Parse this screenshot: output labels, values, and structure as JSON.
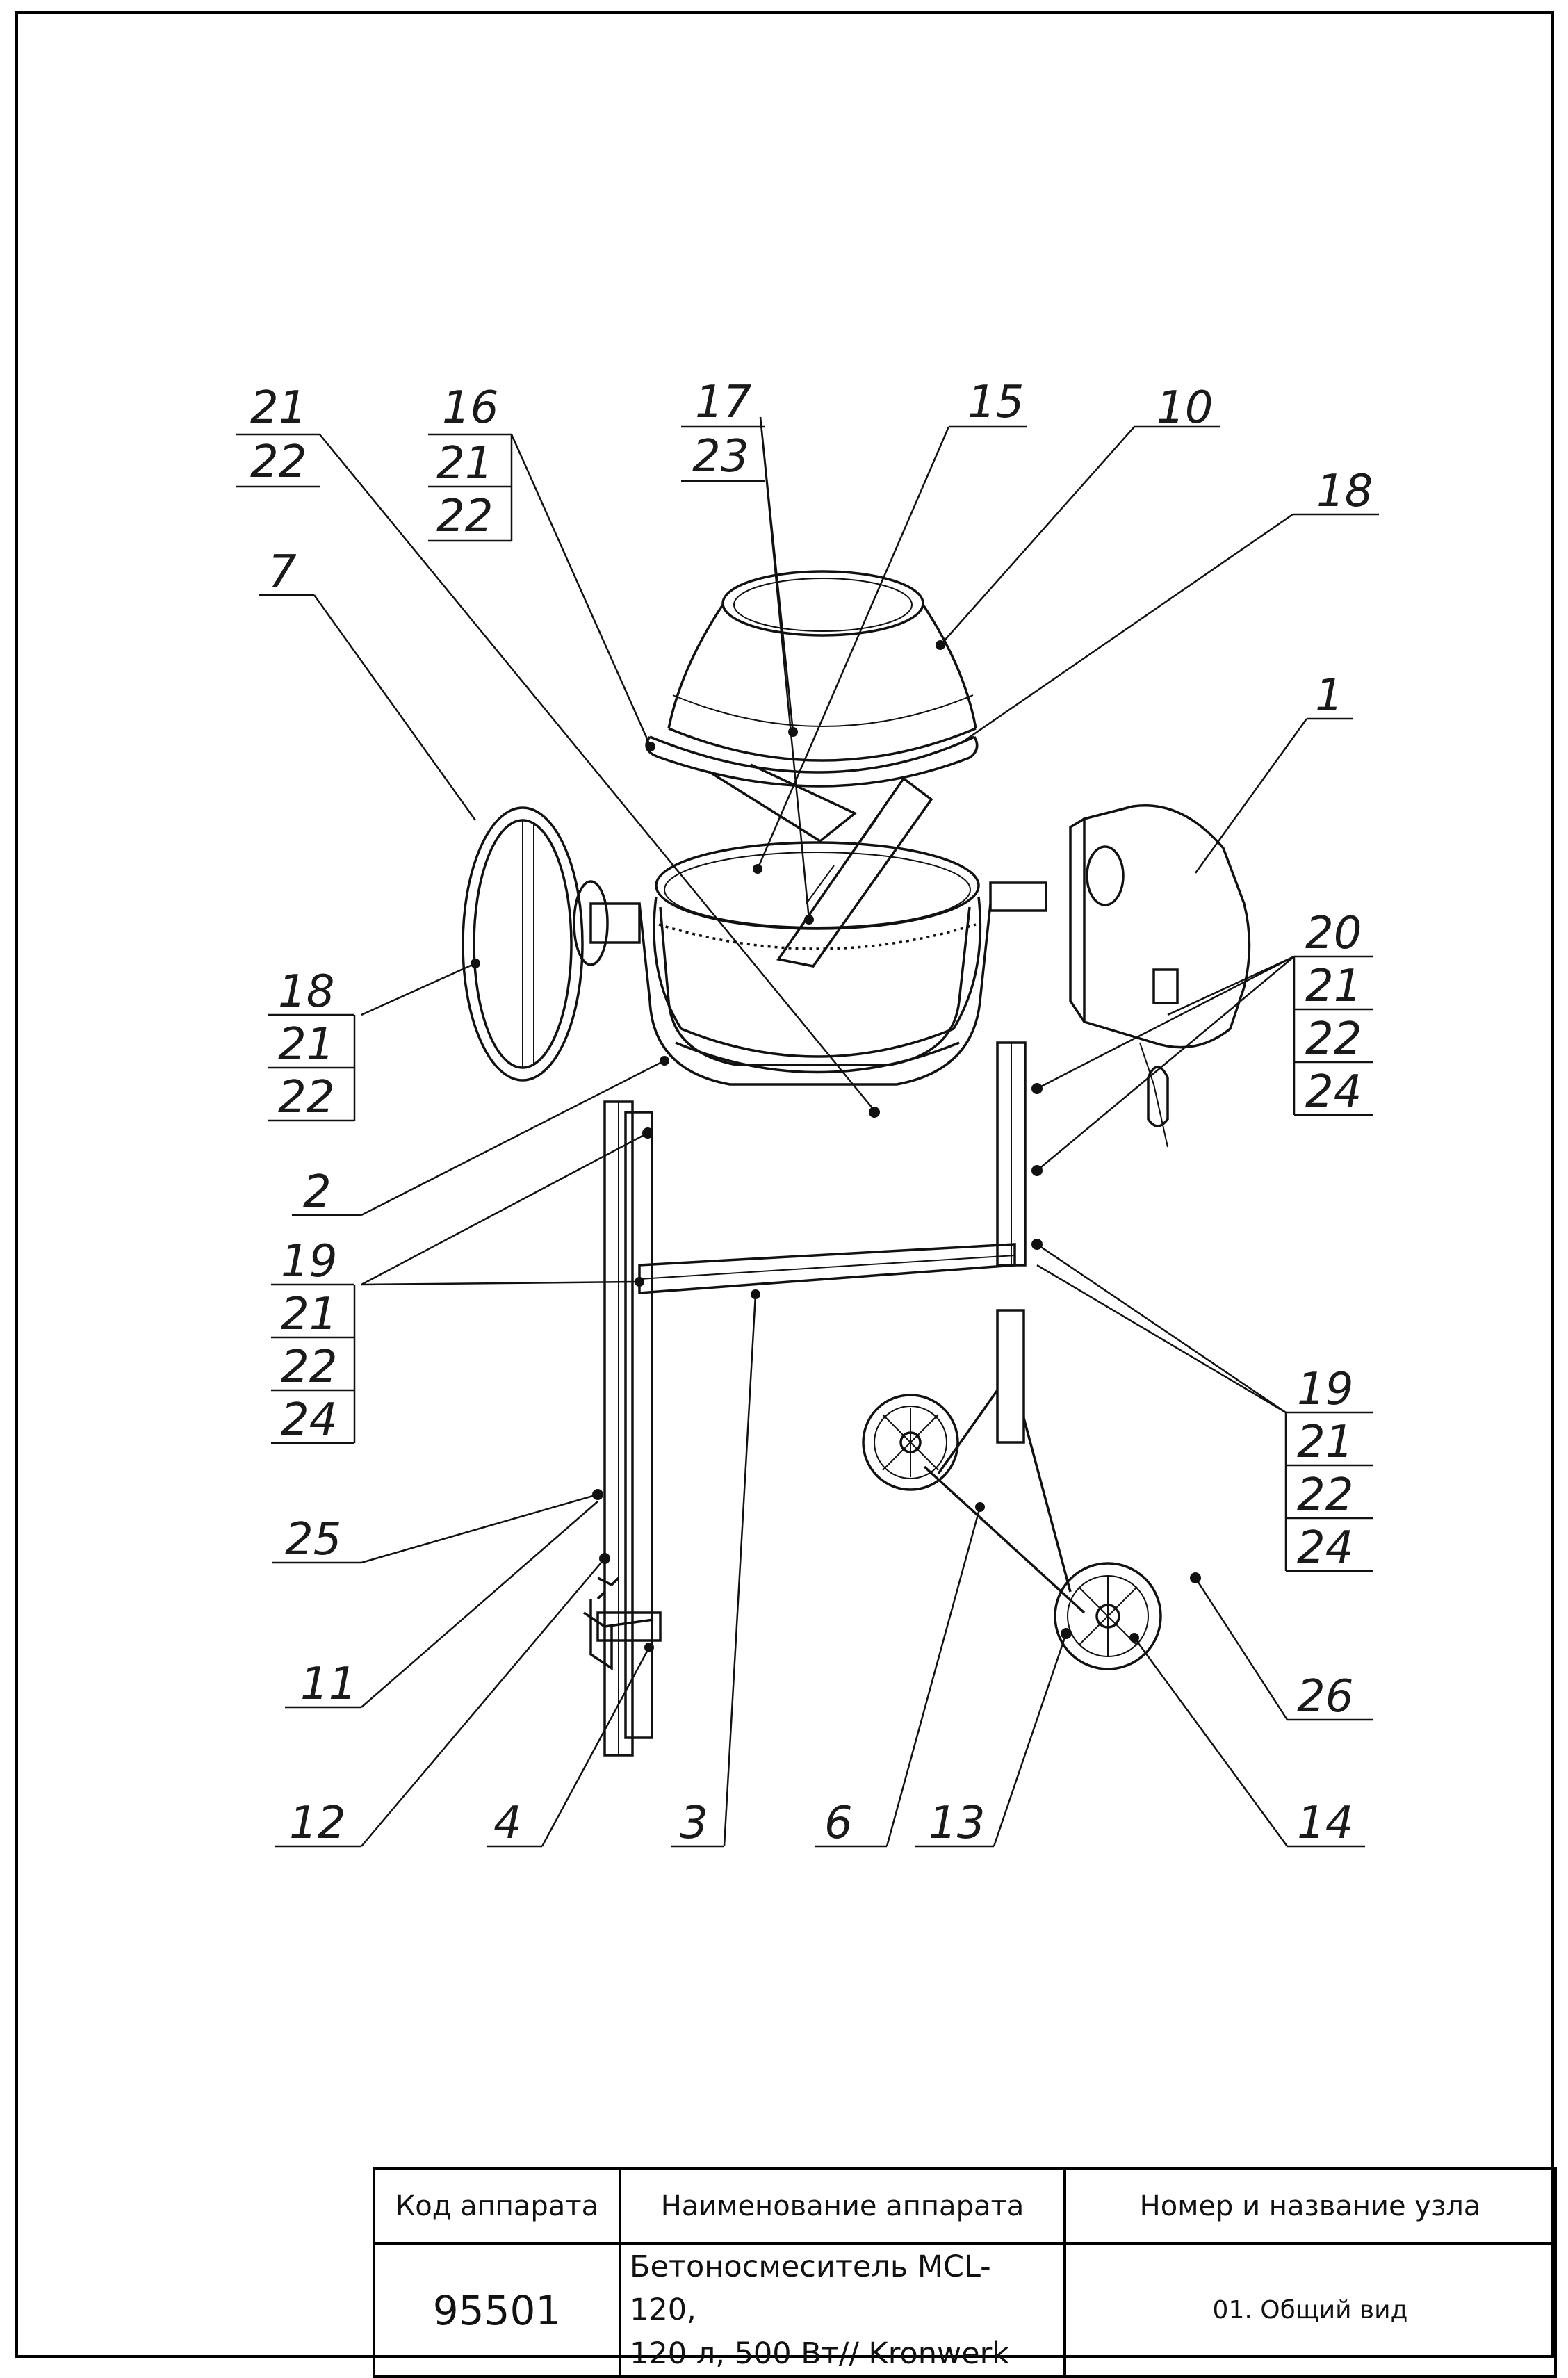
{
  "callouts": {
    "c1": "1",
    "c2": "2",
    "c3": "3",
    "c4": "4",
    "c6": "6",
    "c7": "7",
    "c10": "10",
    "c11": "11",
    "c12": "12",
    "c13": "13",
    "c14": "14",
    "c15": "15",
    "c25": "25",
    "c26": "26",
    "g_21_22": [
      "21",
      "22"
    ],
    "g_16_21_22": [
      "16",
      "21",
      "22"
    ],
    "g_17_23": [
      "17",
      "23"
    ],
    "g_18_top": [
      "18"
    ],
    "g_18_21_22": [
      "18",
      "21",
      "22"
    ],
    "g_20_21_22_24": [
      "20",
      "21",
      "22",
      "24"
    ],
    "g_19_21_22_24_left": [
      "19",
      "21",
      "22",
      "24"
    ],
    "g_19_21_22_24_right": [
      "19",
      "21",
      "22",
      "24"
    ]
  },
  "title_block": {
    "header_code": "Код аппарата",
    "header_name": "Наименование аппарата",
    "header_node": "Номер и название узла",
    "code": "95501",
    "name_line1": "Бетоносмеситель MCL-120,",
    "name_line2": "120 л, 500 Вт// Kronwerk",
    "node": "01. Общий вид"
  }
}
